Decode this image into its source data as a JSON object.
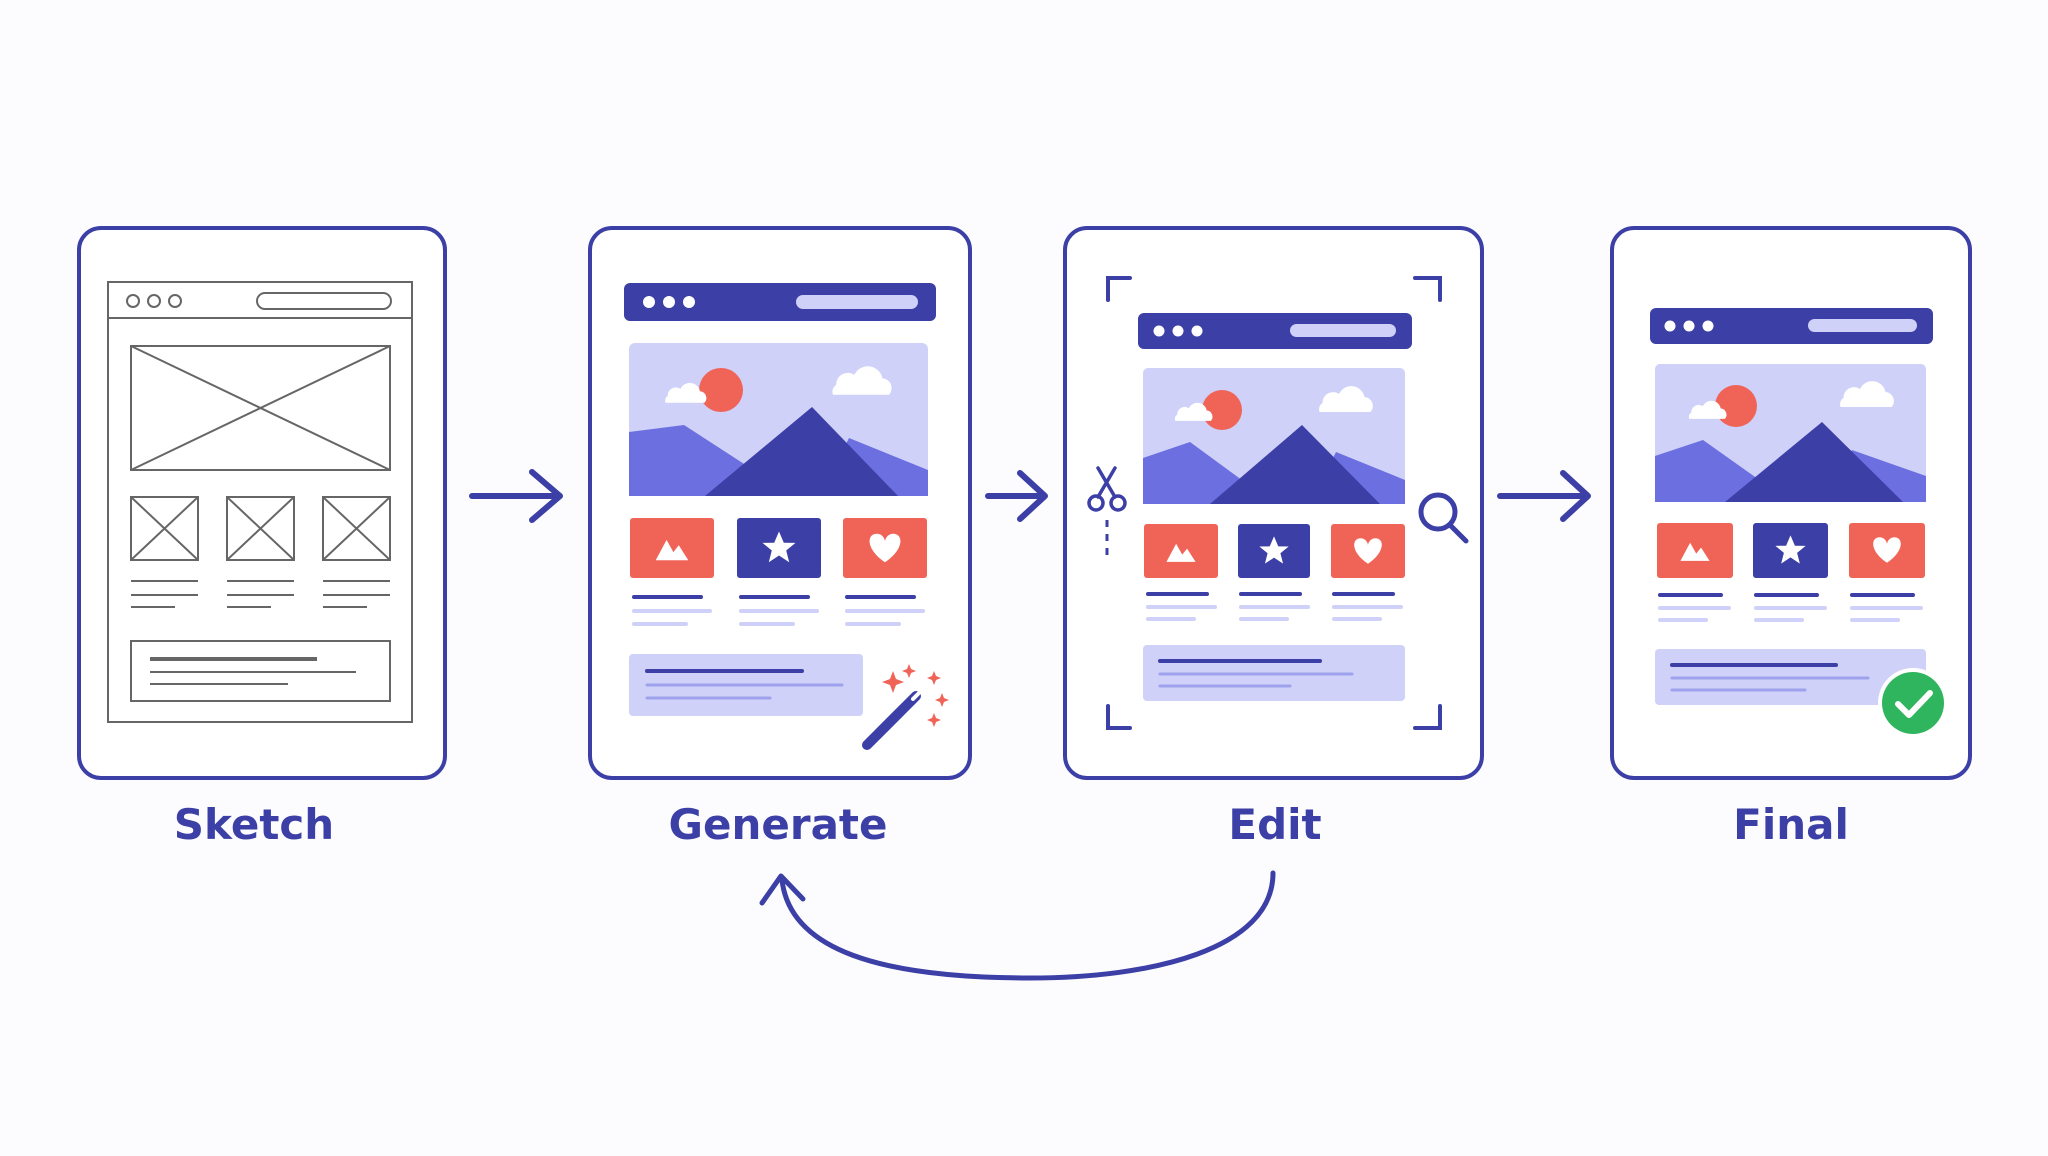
{
  "stages": [
    {
      "id": "sketch",
      "label": "Sketch"
    },
    {
      "id": "generate",
      "label": "Generate"
    },
    {
      "id": "edit",
      "label": "Edit"
    },
    {
      "id": "final",
      "label": "Final"
    }
  ],
  "colors": {
    "primary": "#3b3fa6",
    "lavender": "#cfd1f8",
    "mid_blue": "#6b6fe0",
    "coral": "#f06458",
    "green": "#2fb55d",
    "sketch_gray": "#666666",
    "background": "#fcfcfe"
  },
  "icons": {
    "flow_arrow": "arrow-right-icon",
    "loop_arrow": "curved-arrow-back-icon",
    "generate_tool": "magic-wand-icon",
    "edit_tools": [
      "scissors-icon",
      "magnifier-icon",
      "crop-corners-icon"
    ],
    "final_badge": "check-circle-icon",
    "card_icons": [
      "mountain-icon",
      "star-icon",
      "heart-icon"
    ]
  }
}
